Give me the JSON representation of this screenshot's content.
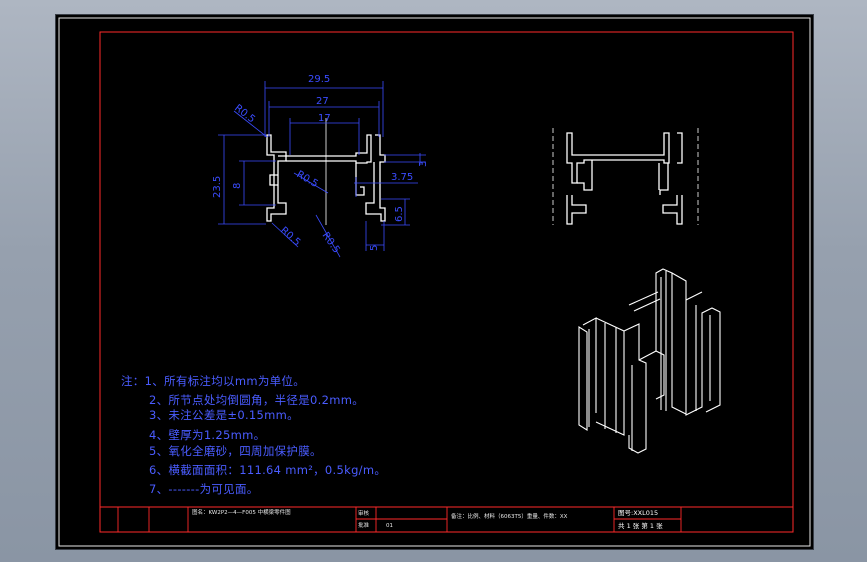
{
  "dimensions": {
    "d_29_5": "29.5",
    "d_27": "27",
    "d_17": "17",
    "d_r05_tl": "R0.5",
    "d_23_5": "23.5",
    "d_8": "8",
    "d_r05_mid": "R0.5",
    "d_3": "3",
    "d_3_75": "3.75",
    "d_6_5": "6.5",
    "d_5": "5",
    "d_r05_bl": "R0.5",
    "d_r05_bc": "R0.5"
  },
  "notes": {
    "n1": "注：1、所有标注均以mm为单位。",
    "n2": "2、所节点处均倒圆角，半径是0.2mm。",
    "n3": "3、未注公差是±0.15mm。",
    "n4": "4、壁厚为1.25mm。",
    "n5": "5、氧化全磨砂，四周加保护膜。",
    "n6": "6、横截面面积：111.64 mm²，0.5kg/m。",
    "n7": "7、-------为可见面。"
  },
  "title_block": {
    "drawing_name": "图名：KW2P2—4—F005  中横梁零件图",
    "checked": "审核",
    "approved": "批准",
    "approved_val": "01",
    "remark": "备注：比例、材料（6063T5）重量、件数：XX",
    "code": "图号:XXL015",
    "sheets": "共 1 张  第 1 张"
  }
}
